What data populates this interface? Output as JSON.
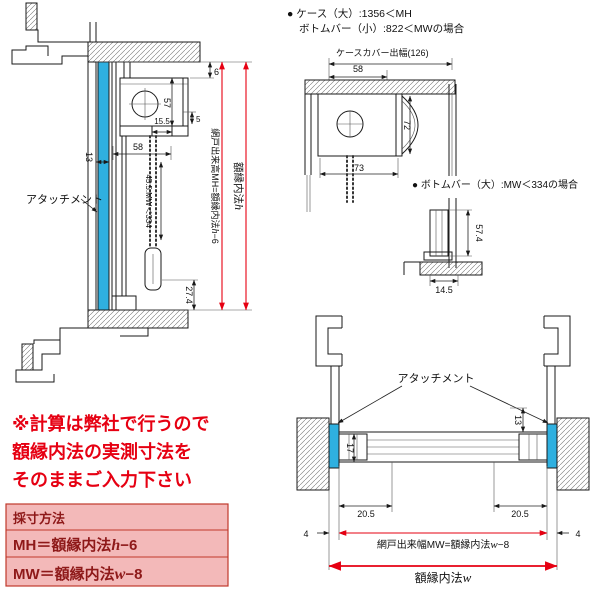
{
  "colors": {
    "accent_blue": "#2fb0e0",
    "dim_red": "#e60012",
    "warning_red": "#e60012",
    "table_bg": "#f3b9b9",
    "table_text": "#8e1919"
  },
  "elevation": {
    "attachment_label": "アタッチメント",
    "dims": {
      "d6": "6",
      "d57": "57",
      "d15_5": "15.5",
      "d5": "5",
      "d13": "13",
      "d58": "58",
      "d45_5": "45.5:MW＜334",
      "d27_4": "27.4"
    },
    "screen_height": {
      "prefix": "網戸出来高MH=額縁内法",
      "var": "h",
      "suffix": "−6"
    },
    "frame_height": {
      "prefix": "額縁内法",
      "var": "h"
    }
  },
  "section": {
    "note_case_large": "● ケース（大）:1356＜MH",
    "note_bottombar_small": "ボトムバー（小）:822＜MWの場合",
    "label_case_cover": "ケースカバー出幅(126)",
    "note_bottombar_large": "● ボトムバー（大）:MW＜334の場合",
    "dims": {
      "d58": "58",
      "d72": "72",
      "d73": "73",
      "d57_4": "57.4",
      "d14_5": "14.5"
    }
  },
  "plan": {
    "attachment_label": "アタッチメント",
    "dims": {
      "d13": "13",
      "d17": "17",
      "d20_5_left": "20.5",
      "d20_5_right": "20.5",
      "d4_left": "4",
      "d4_right": "4"
    },
    "screen_width": {
      "prefix": "網戸出来幅MW=額縁内法",
      "var": "w",
      "suffix": "−8"
    },
    "frame_width": {
      "prefix": "額縁内法",
      "var": "w"
    }
  },
  "warning": {
    "line1": "※計算は弊社で行うので",
    "line2": "額縁内法の実測寸法を",
    "line3": "そのままご入力下さい"
  },
  "table": {
    "header": "採寸方法",
    "rows": [
      {
        "prefix": "MH＝額縁内法",
        "var": "h",
        "suffix": "−6"
      },
      {
        "prefix": "MW＝額縁内法",
        "var": "w",
        "suffix": "−8"
      }
    ]
  }
}
